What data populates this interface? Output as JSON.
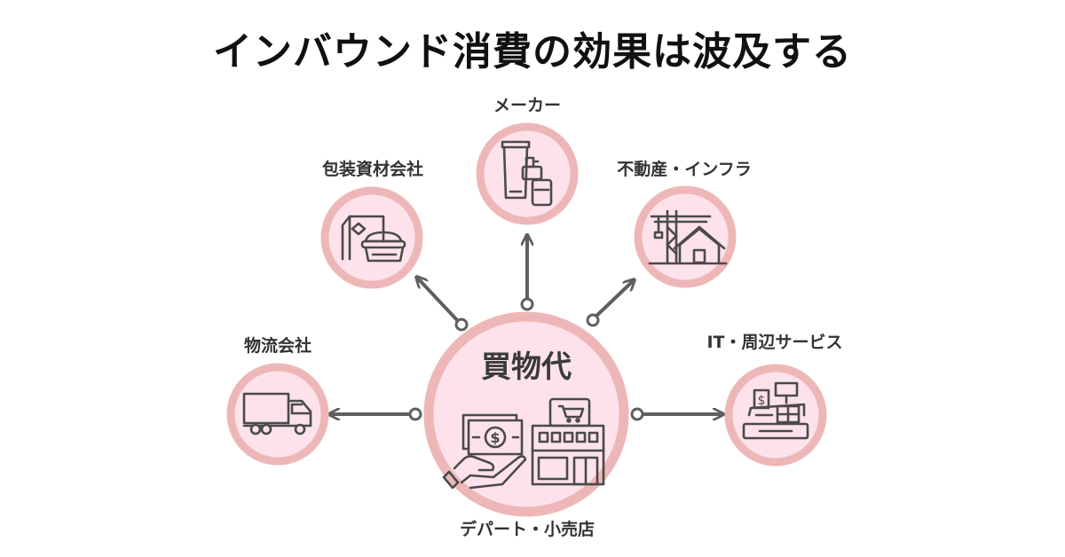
{
  "title": "インバウンド消費の効果は波及する",
  "center": {
    "title": "買物代",
    "caption": "デパート・小売店"
  },
  "nodes": [
    {
      "label": "メーカー",
      "icon": "cosmetics-bottles-icon"
    },
    {
      "label": "包装資材会社",
      "icon": "food-package-icon"
    },
    {
      "label": "不動産・インフラ",
      "icon": "construction-crane-house-icon"
    },
    {
      "label": "物流会社",
      "icon": "delivery-truck-icon"
    },
    {
      "label": "IT・周辺サービス",
      "icon": "cash-register-icon"
    }
  ],
  "colors": {
    "ring": "#eeb7b7",
    "fill": "#fde2ec",
    "line": "#5f5f5f",
    "icon": "#4a4a4a"
  }
}
